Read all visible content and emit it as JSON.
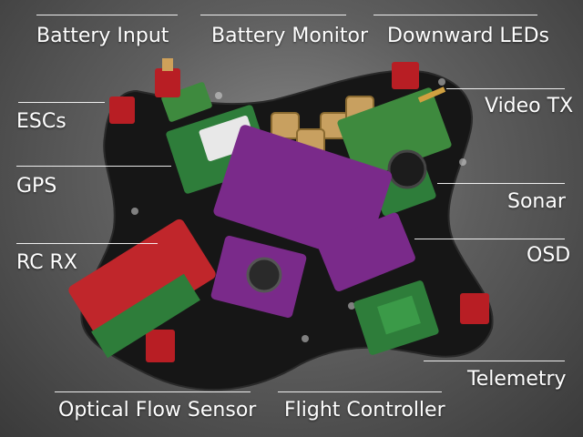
{
  "labels": {
    "battery_input": "Battery Input",
    "battery_monitor": "Battery Monitor",
    "downward_leds": "Downward LEDs",
    "escs": "ESCs",
    "video_tx": "Video TX",
    "gps": "GPS",
    "sonar": "Sonar",
    "rc_rx": "RC RX",
    "osd": "OSD",
    "telemetry": "Telemetry",
    "optical_flow_sensor": "Optical Flow Sensor",
    "flight_controller": "Flight Controller"
  },
  "colors": {
    "frame": "#1a1a1a",
    "purple_board": "#7a2a8a",
    "green_board": "#2e7d3a",
    "red_module": "#c0262b",
    "connector_red": "#b81e24",
    "label_text": "#ffffff"
  }
}
